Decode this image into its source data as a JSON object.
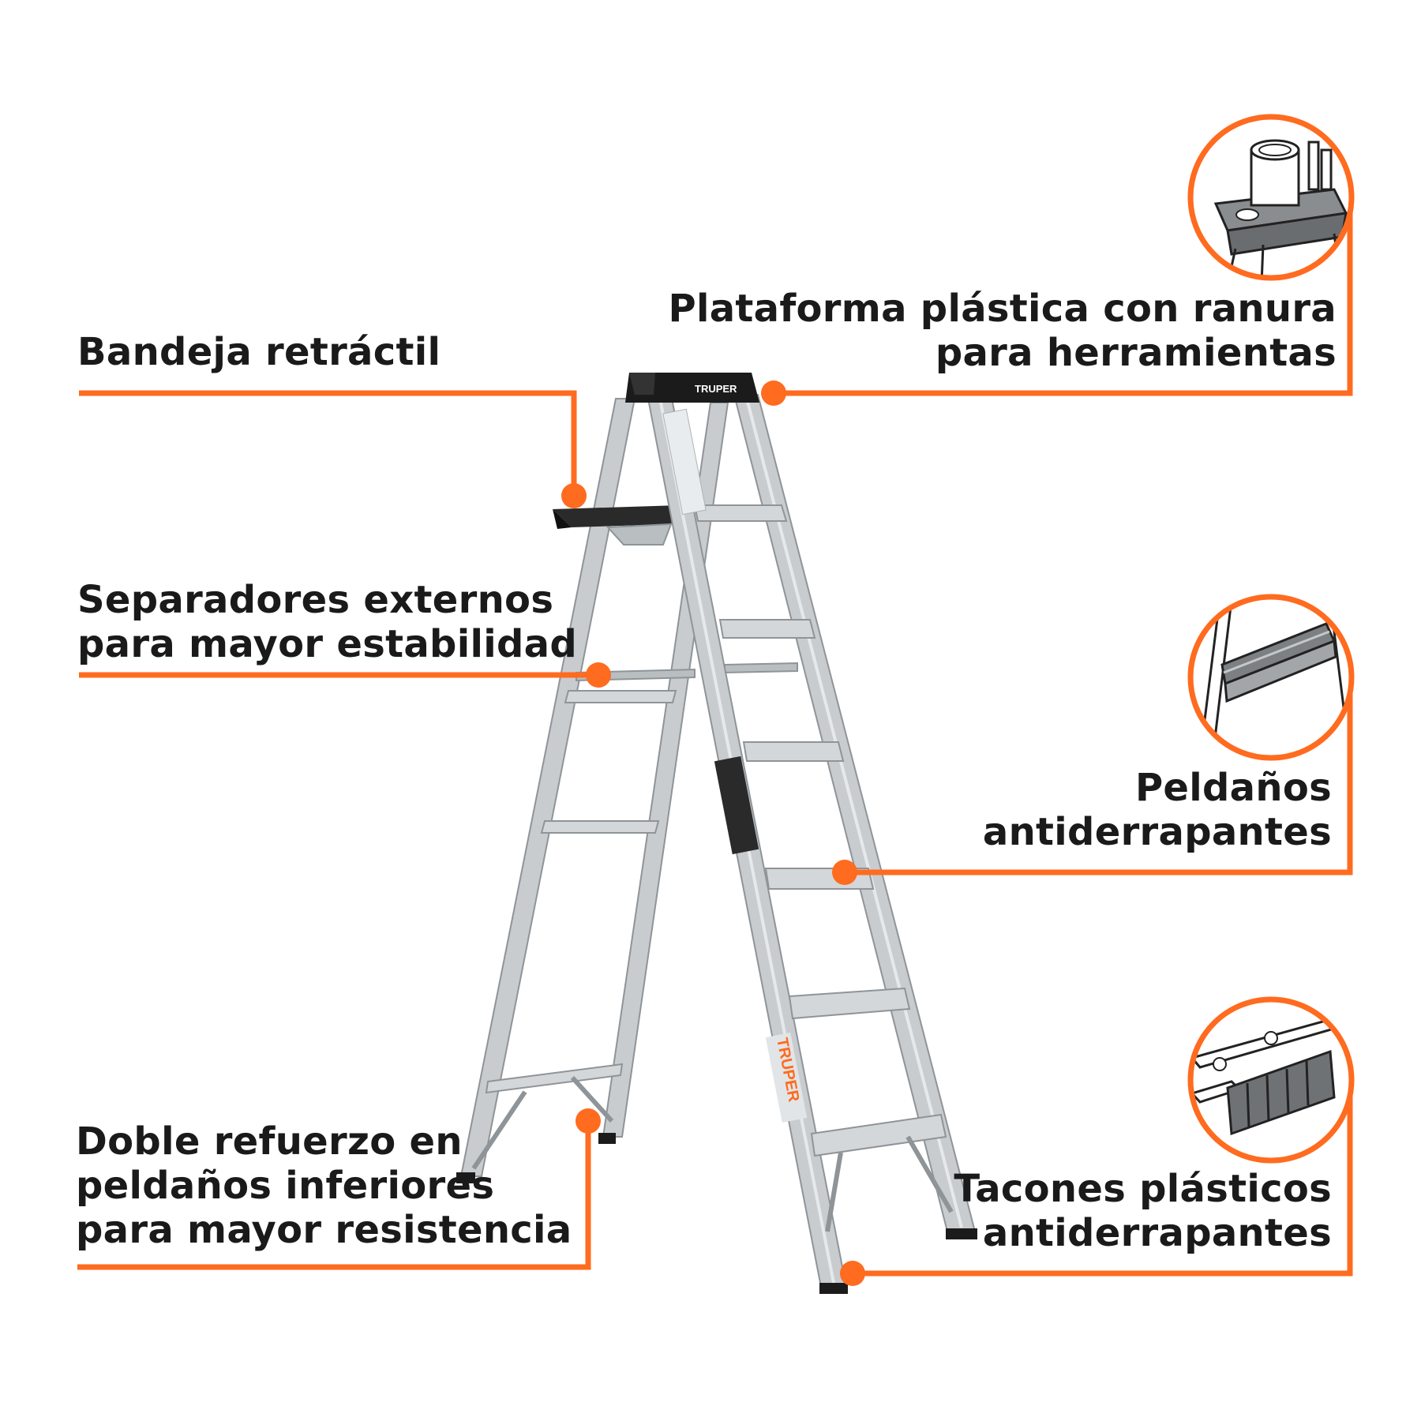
{
  "colors": {
    "accent": "#ff6b1f",
    "text": "#1a1a1a",
    "metal": "#c8cccf",
    "metal_dark": "#8e9498",
    "black": "#1b1b1b"
  },
  "ladder": {
    "brand": "TRUPER"
  },
  "callouts": {
    "bandeja": {
      "lines": [
        "Bandeja retráctil"
      ]
    },
    "separadores": {
      "lines": [
        "Separadores externos",
        "para mayor estabilidad"
      ]
    },
    "doble": {
      "lines": [
        "Doble refuerzo en",
        "peldaños inferiores",
        "para mayor resistencia"
      ]
    },
    "plataforma": {
      "lines": [
        "Plataforma plástica con ranura",
        "para herramientas"
      ],
      "inset_icon": "tool-tray-icon"
    },
    "peldanos": {
      "lines": [
        "Peldaños",
        "antiderrapantes"
      ],
      "inset_icon": "step-tread-icon"
    },
    "tacones": {
      "lines": [
        "Tacones plásticos",
        "antiderrapantes"
      ],
      "inset_icon": "rubber-foot-icon"
    }
  }
}
